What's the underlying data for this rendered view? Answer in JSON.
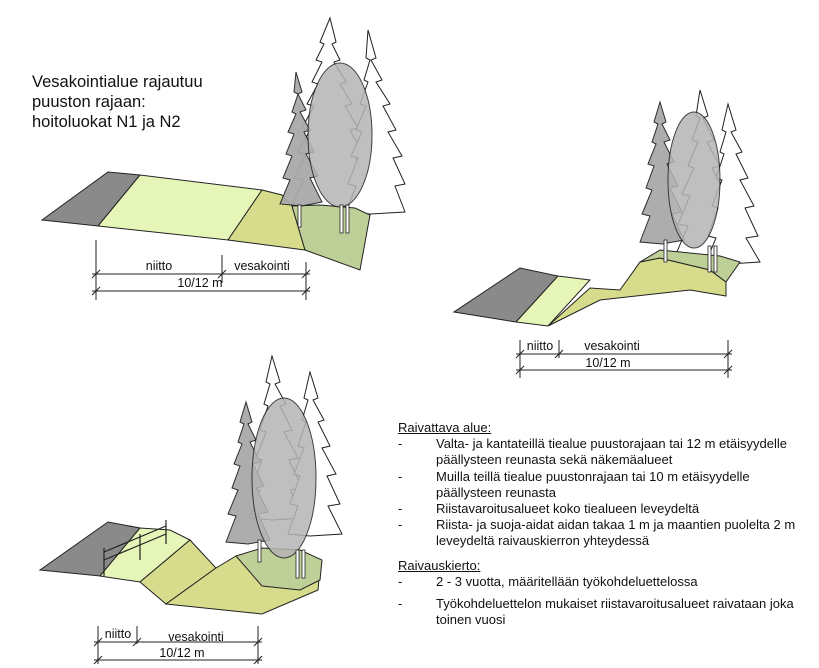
{
  "heading": {
    "lines": [
      "Vesakointialue rajautuu",
      "puuston rajaan:",
      "hoitoluokat N1 ja N2"
    ]
  },
  "dimensions": {
    "top": {
      "mow": "niitto",
      "brush": "vesakointi",
      "total": "10/12 m"
    },
    "right": {
      "mow": "niitto",
      "brush": "vesakointi",
      "total": "10/12 m"
    },
    "bottom": {
      "mow": "niitto",
      "brush": "vesakointi",
      "total": "10/12 m"
    }
  },
  "legend": {
    "area_title": "Raivattava alue:",
    "area_items": [
      "Valta- ja kantateillä tiealue puustorajaan tai 12 m etäisyydelle päällysteen reunasta sekä näkemäalueet",
      "Muilla teillä tiealue puustonrajaan tai 10 m etäisyydelle päällysteen reunasta",
      "Riistavaroitusalueet koko tiealueen leveydeltä",
      "Riista- ja suoja-aidat aidan takaa 1 m ja maantien puolelta 2 m leveydeltä raivauskierron yhteydessä"
    ],
    "cycle_title": "Raivauskierto:",
    "cycle_items": [
      "2 - 3 vuotta, määritellään työkohdeluettelossa",
      "Työkohdeluettelon mukaiset riistavaroitusalueet raivataan joka toinen vuosi"
    ],
    "dash": "-"
  },
  "colors": {
    "pavement": "#8a8a8a",
    "mow_zone": "#e6f5b8",
    "brush_zone": "#d6dc8c",
    "forest_floor": "#bfcf98",
    "tree_gray": "#a9a9a9",
    "outline": "#222222"
  },
  "icons": [
    "spruce-tree-icon",
    "deciduous-tree-icon",
    "fence-icon",
    "dimension-line-icon"
  ]
}
